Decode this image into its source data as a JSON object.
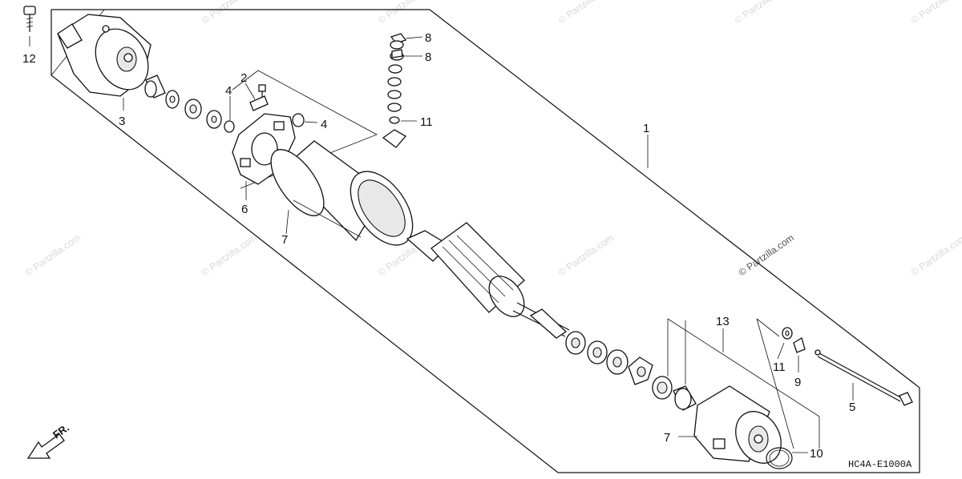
{
  "diagram": {
    "diagram_code": "HC4A-E1000A",
    "direction_label": "FR.",
    "watermark": "© Partzilla.com",
    "callouts": [
      {
        "key": "c12",
        "label": "12"
      },
      {
        "key": "c3",
        "label": "3"
      },
      {
        "key": "c2",
        "label": "2"
      },
      {
        "key": "c4a",
        "label": "4"
      },
      {
        "key": "c4b",
        "label": "4"
      },
      {
        "key": "c6",
        "label": "6"
      },
      {
        "key": "c7a",
        "label": "7"
      },
      {
        "key": "c8a",
        "label": "8"
      },
      {
        "key": "c8b",
        "label": "8"
      },
      {
        "key": "c11a",
        "label": "11"
      },
      {
        "key": "c1",
        "label": "1"
      },
      {
        "key": "c13",
        "label": "13"
      },
      {
        "key": "c11b",
        "label": "11"
      },
      {
        "key": "c9",
        "label": "9"
      },
      {
        "key": "c5",
        "label": "5"
      },
      {
        "key": "c7b",
        "label": "7"
      },
      {
        "key": "c10",
        "label": "10"
      }
    ]
  }
}
